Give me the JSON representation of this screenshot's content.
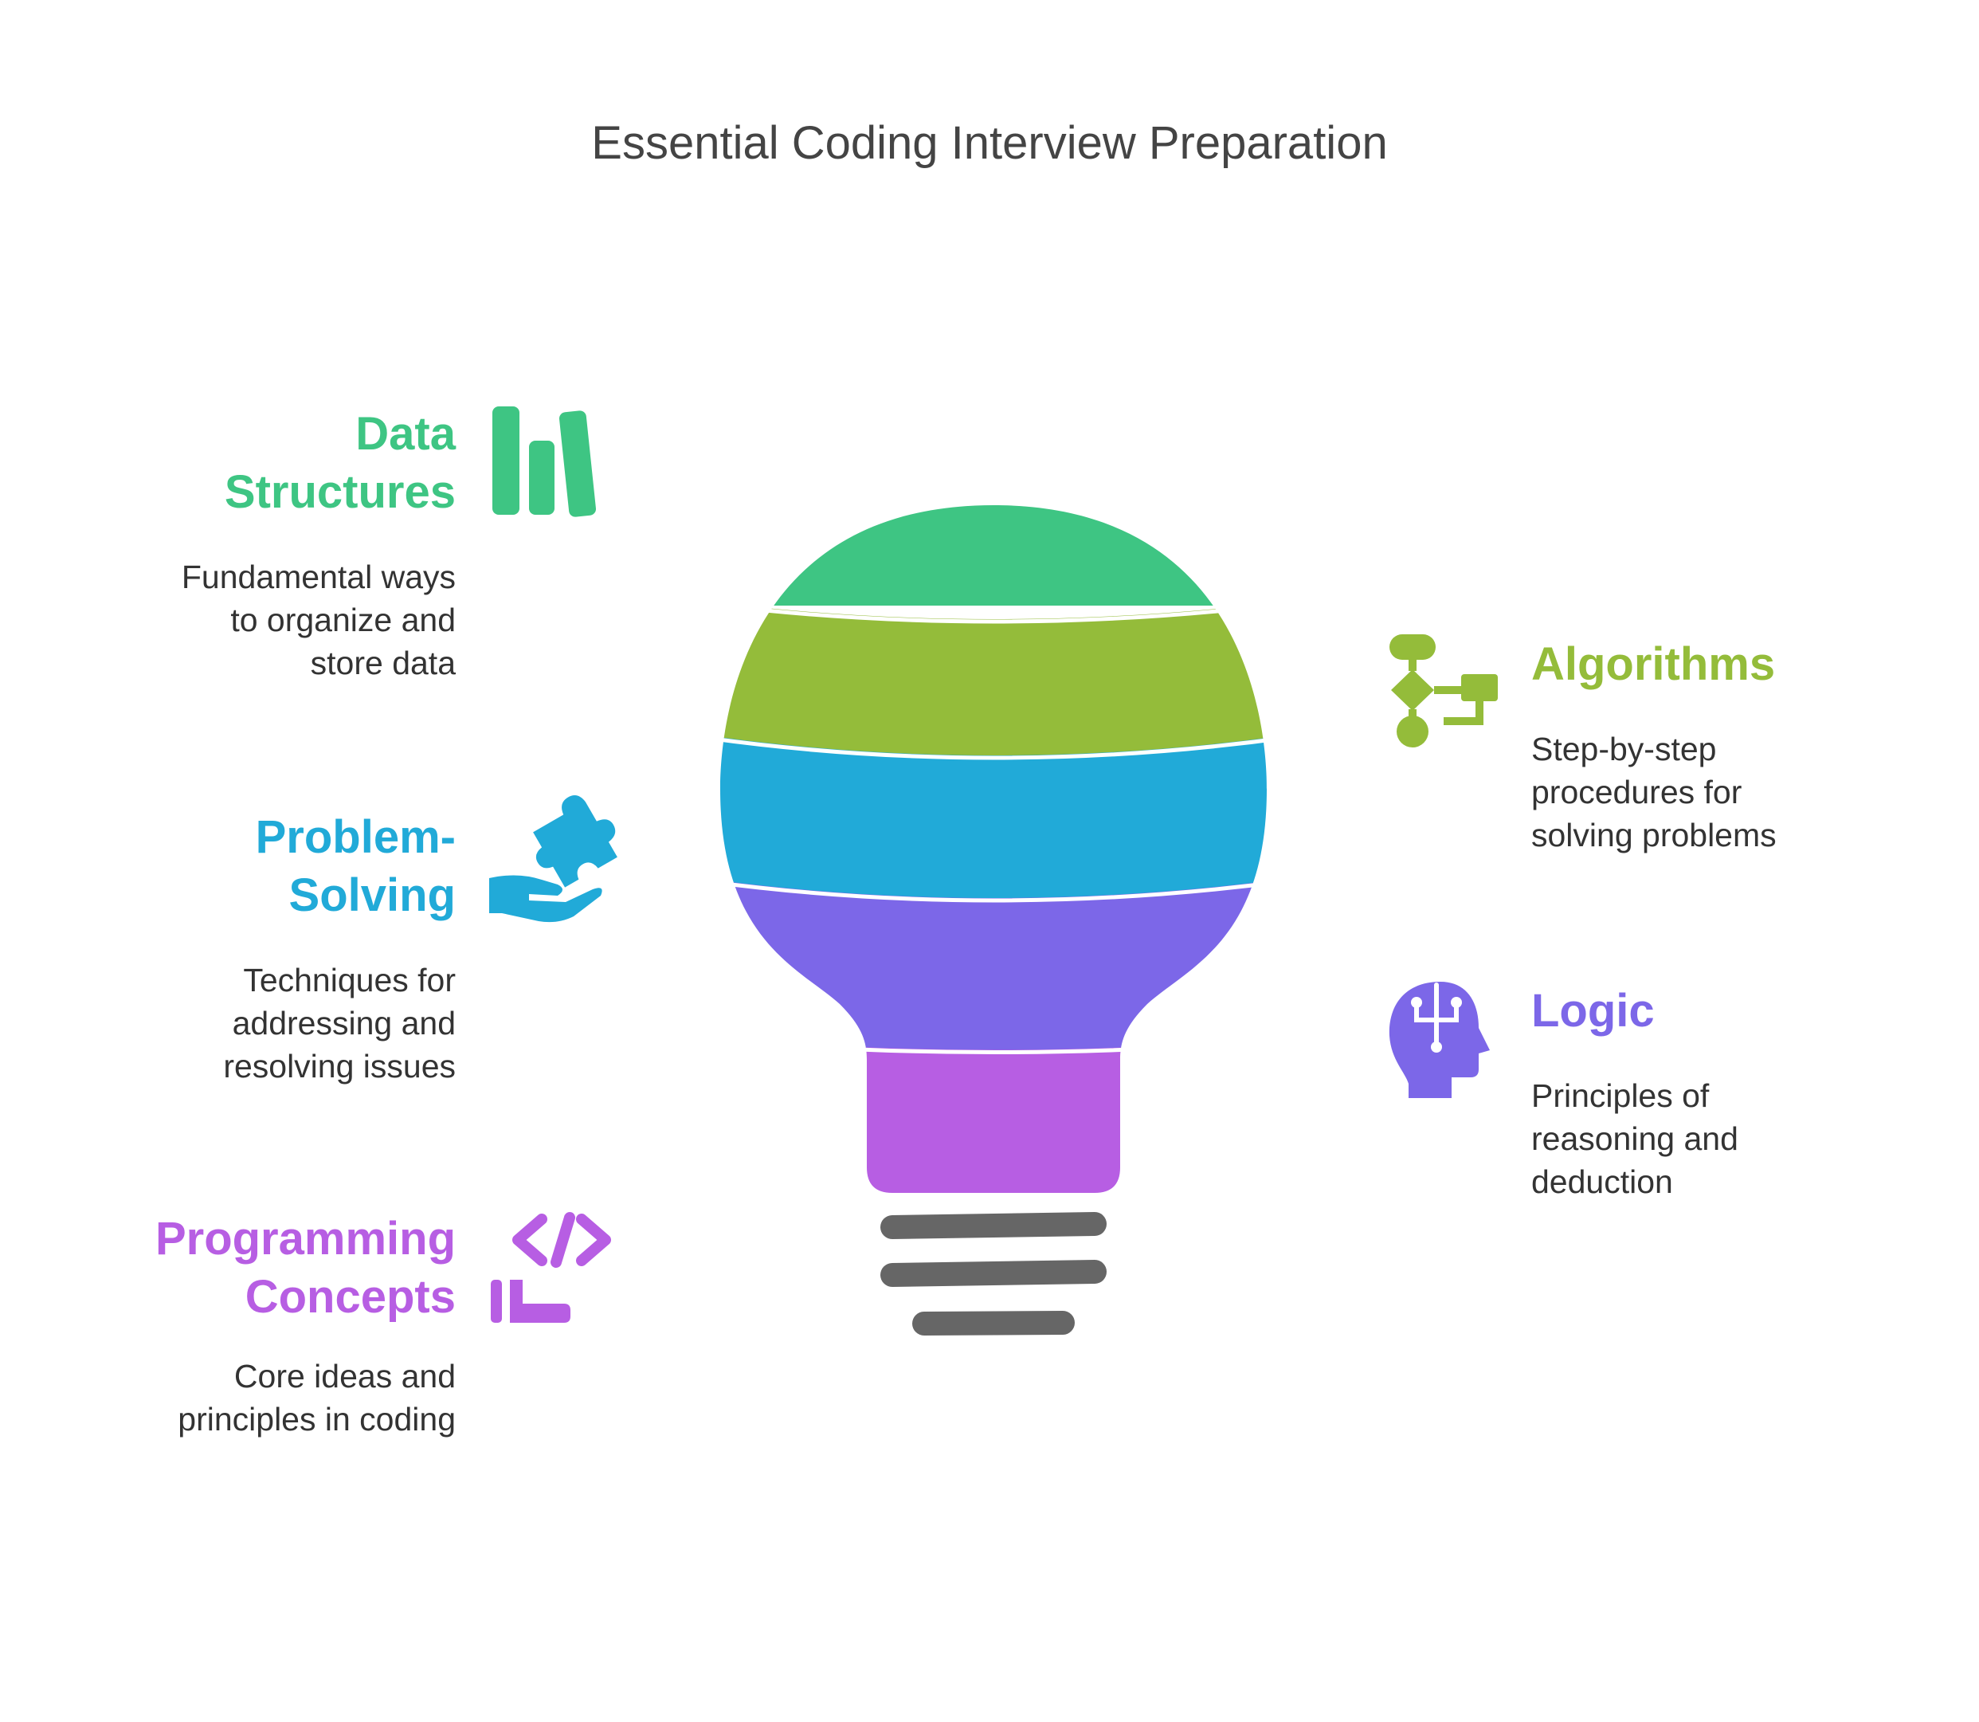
{
  "title": "Essential Coding Interview Preparation",
  "colors": {
    "data_structures": "#3ec583",
    "algorithms": "#94bc3a",
    "problem_solving": "#21aad8",
    "logic": "#7c67e8",
    "programming_concepts": "#b75ee3",
    "bulb_base": "#666666"
  },
  "items": {
    "data_structures": {
      "heading": [
        "Data",
        "Structures"
      ],
      "description": [
        "Fundamental ways",
        "to organize and",
        "store data"
      ],
      "icon": "books-icon"
    },
    "algorithms": {
      "heading": [
        "Algorithms"
      ],
      "description": [
        "Step-by-step",
        "procedures for",
        "solving problems"
      ],
      "icon": "flowchart-icon"
    },
    "problem_solving": {
      "heading": [
        "Problem-",
        "Solving"
      ],
      "description": [
        "Techniques for",
        "addressing and",
        "resolving issues"
      ],
      "icon": "puzzle-hand-icon"
    },
    "logic": {
      "heading": [
        "Logic"
      ],
      "description": [
        "Principles of",
        "reasoning and",
        "deduction"
      ],
      "icon": "brain-head-icon"
    },
    "programming_concepts": {
      "heading": [
        "Programming",
        "Concepts"
      ],
      "description": [
        "Core ideas and",
        "principles in coding"
      ],
      "icon": "code-icon"
    }
  }
}
